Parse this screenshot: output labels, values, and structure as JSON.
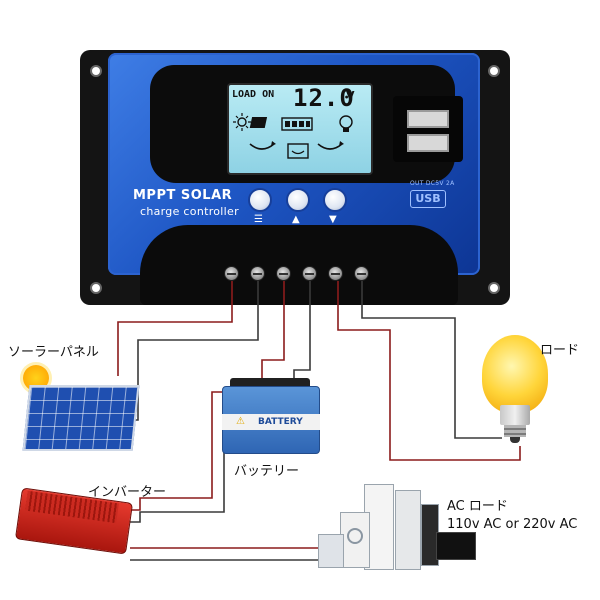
{
  "controller": {
    "brand_line1": "MPPT SOLAR",
    "brand_line2": "charge controller",
    "lcd": {
      "mode_label": "LOAD ON",
      "voltage": "12.0",
      "unit": "V"
    },
    "button_labels": [
      "☰",
      "▲",
      "▼"
    ],
    "usb_output_label": "OUT DC5V 2A",
    "usb_logo": "USB"
  },
  "labels": {
    "solar_panel": "ソーラーパネル",
    "load": "ロード",
    "battery": "バッテリー",
    "battery_sticker": "BATTERY",
    "inverter": "インバーター",
    "ac_load_line1": "AC ロード",
    "ac_load_line2": "110v AC or 220v AC"
  },
  "colors": {
    "controller_blue": "#1e56c4",
    "wire_red": "#8b1c1c",
    "wire_dark": "#3a3a3a",
    "battery_blue": "#2f66b4",
    "inverter_red": "#c0241a",
    "bulb_yellow": "#ffd53a"
  },
  "icons": [
    "sun-icon",
    "solar-panel-icon",
    "battery-icon",
    "bulb-icon",
    "load-icon",
    "usb-icon",
    "inverter-icon"
  ]
}
